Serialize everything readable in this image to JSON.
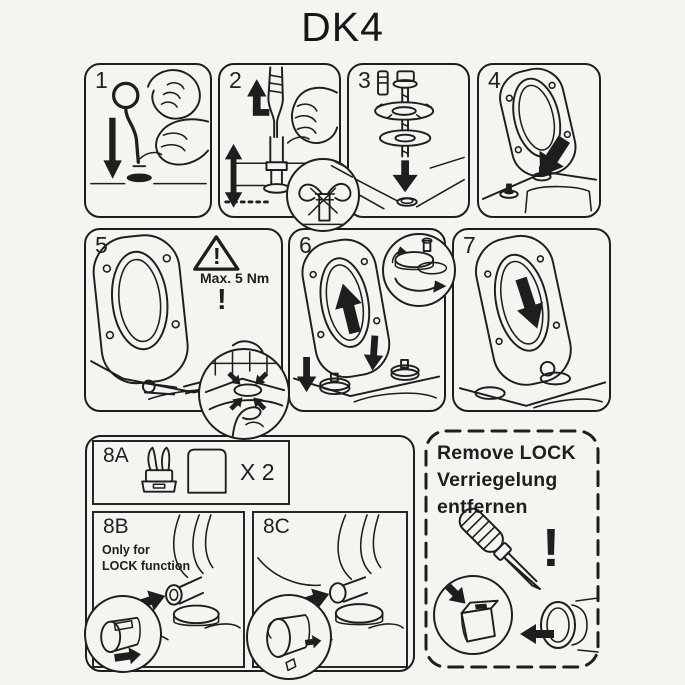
{
  "sheet": {
    "title": "DK4",
    "background_color": "#f5f4f1",
    "line_color": "#1e1e1e"
  },
  "steps": {
    "step1": {
      "number": "1"
    },
    "step2": {
      "number": "2"
    },
    "step3": {
      "number": "3"
    },
    "step4": {
      "number": "4"
    },
    "step5": {
      "number": "5",
      "torque_warning": "Max. 5 Nm",
      "exclamation": "!"
    },
    "step6": {
      "number": "6"
    },
    "step7": {
      "number": "7"
    },
    "step8a": {
      "number": "8A",
      "quantity": "X 2"
    },
    "step8b": {
      "number": "8B",
      "note_line1": "Only for",
      "note_line2": "LOCK function"
    },
    "step8c": {
      "number": "8C"
    }
  },
  "remove_lock_box": {
    "line1_en": "Remove LOCK",
    "line2_de": "Verriegelung",
    "line3_de": "entfernen",
    "exclamation": "!"
  }
}
